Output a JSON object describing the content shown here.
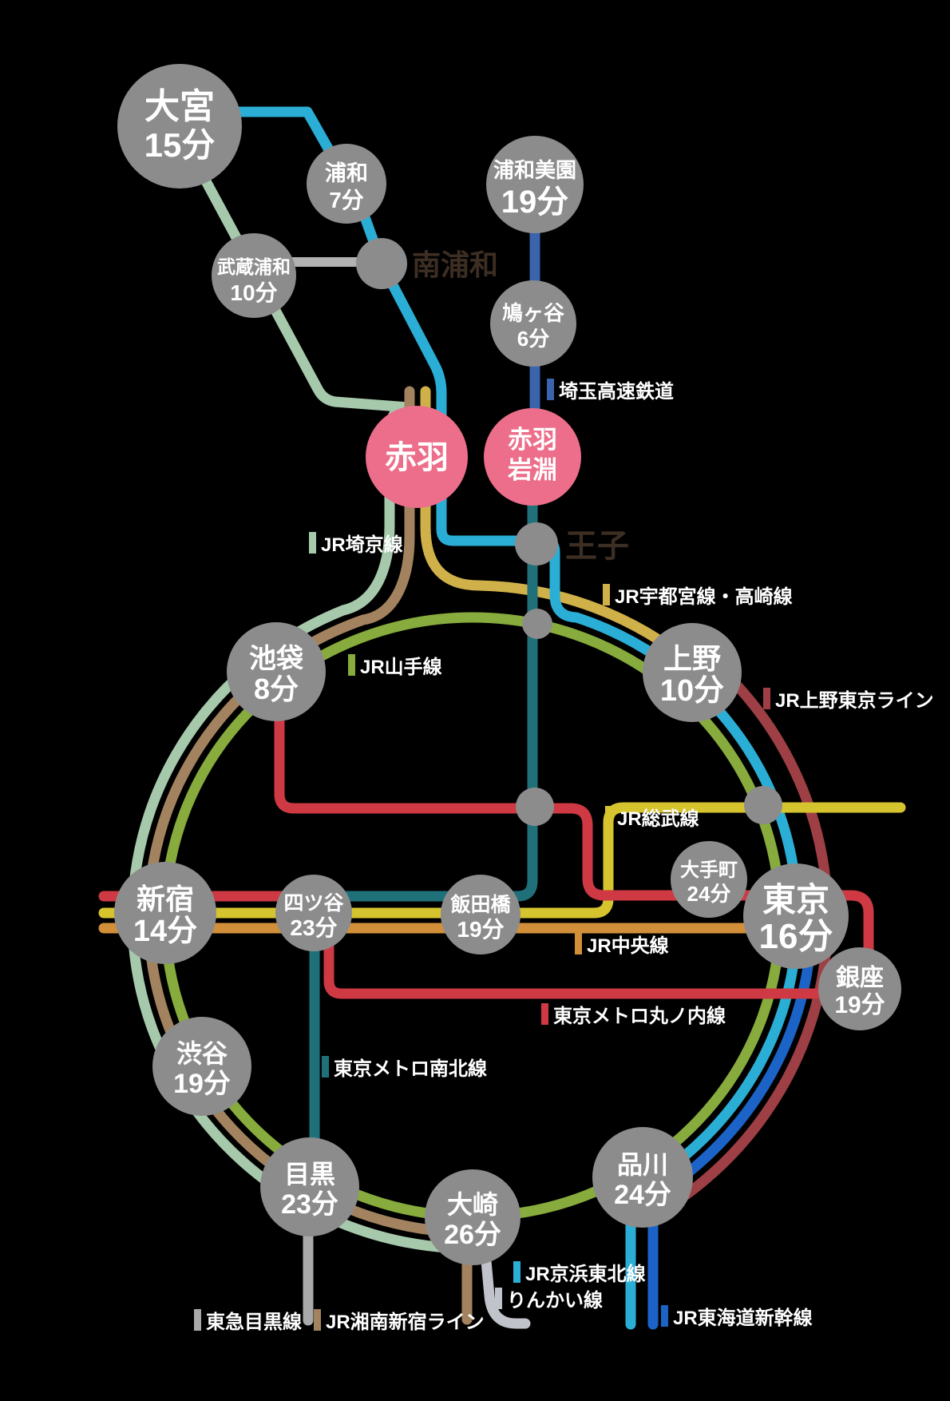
{
  "background": "#000000",
  "colors": {
    "station_fill": "#8C8C8C",
    "highlight_fill": "#EC6E8A",
    "text_on_station": "#FFFFFF",
    "dark_label": "#3D2E23",
    "line_label": "#FFFFFF"
  },
  "lines": {
    "keihin_tohoku": {
      "label": "JR京浜東北線",
      "color": "#2BAED5"
    },
    "saikyo": {
      "label": "JR埼京線",
      "color": "#A6C9AC"
    },
    "saitama_railway": {
      "label": "埼玉高速鉄道",
      "color": "#3A64AD"
    },
    "namboku": {
      "label": "東京メトロ南北線",
      "color": "#20707A"
    },
    "utsunomiya_takasaki": {
      "label": "JR宇都宮線・高崎線",
      "color": "#CFB049"
    },
    "sobu": {
      "label": "JR総武線",
      "color": "#D6C42E"
    },
    "shonan_shinjuku": {
      "label": "JR湘南新宿ライン",
      "color": "#A3835F"
    },
    "chuo": {
      "label": "JR中央線",
      "color": "#D28F3A"
    },
    "marunouchi": {
      "label": "東京メトロ丸ノ内線",
      "color": "#CE3943"
    },
    "ueno_tokyo": {
      "label": "JR上野東京ライン",
      "color": "#9D3F44"
    },
    "yamanote": {
      "label": "JR山手線",
      "color": "#87AB3D"
    },
    "tokaido_shinkansen": {
      "label": "JR東海道新幹線",
      "color": "#1C63C7"
    },
    "rinkai": {
      "label": "りんかい線",
      "color": "#C0C3CA"
    },
    "tokyu_meguro": {
      "label": "東急目黒線",
      "color": "#A9A9A9"
    },
    "transfer_connector": {
      "label": "",
      "color": "#B2B2B2"
    }
  },
  "stations": {
    "omiya": {
      "name": "大宮",
      "time": "15分"
    },
    "urawa": {
      "name": "浦和",
      "time": "7分"
    },
    "musashi_urawa": {
      "name": "武蔵浦和",
      "time": "10分"
    },
    "urawa_misono": {
      "name": "浦和美園",
      "time": "19分"
    },
    "hatogaya": {
      "name": "鳩ヶ谷",
      "time": "6分"
    },
    "akabane": {
      "name": "赤羽"
    },
    "akabane_iwabuchi": {
      "lines": [
        "赤羽",
        "岩淵"
      ]
    },
    "ikebukuro": {
      "name": "池袋",
      "time": "8分"
    },
    "ueno": {
      "name": "上野",
      "time": "10分"
    },
    "shinjuku": {
      "name": "新宿",
      "time": "14分"
    },
    "yotsuya": {
      "name": "四ツ谷",
      "time": "23分"
    },
    "iidabashi": {
      "name": "飯田橋",
      "time": "19分"
    },
    "otemachi": {
      "name": "大手町",
      "time": "24分"
    },
    "tokyo": {
      "name": "東京",
      "time": "16分"
    },
    "ginza": {
      "name": "銀座",
      "time": "19分"
    },
    "shibuya": {
      "name": "渋谷",
      "time": "19分"
    },
    "meguro": {
      "name": "目黒",
      "time": "23分"
    },
    "osaki": {
      "name": "大崎",
      "time": "26分"
    },
    "shinagawa": {
      "name": "品川",
      "time": "24分"
    }
  },
  "waypoints": {
    "minami_urawa": {
      "name": "南浦和"
    },
    "oji": {
      "name": "王子"
    }
  }
}
